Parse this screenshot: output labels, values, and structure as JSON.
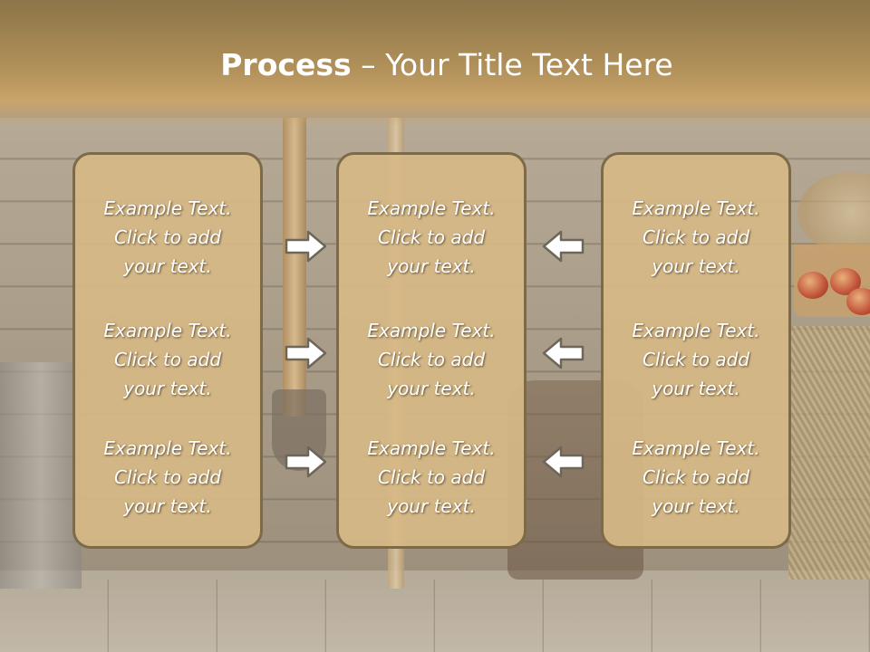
{
  "slide": {
    "title_bold": "Process",
    "title_rest": " – Your Title Text Here"
  },
  "columns": [
    {
      "blocks": [
        {
          "line1": "Example Text.",
          "line2": "Click  to add",
          "line3": "your text."
        },
        {
          "line1": "Example Text.",
          "line2": "Click  to add",
          "line3": "your text."
        },
        {
          "line1": "Example Text.",
          "line2": "Click  to add",
          "line3": "your text."
        }
      ]
    },
    {
      "blocks": [
        {
          "line1": "Example Text.",
          "line2": "Click  to add",
          "line3": "your text."
        },
        {
          "line1": "Example Text.",
          "line2": "Click  to add",
          "line3": "your text."
        },
        {
          "line1": "Example Text.",
          "line2": "Click  to add",
          "line3": "your text."
        }
      ]
    },
    {
      "blocks": [
        {
          "line1": "Example Text.",
          "line2": "Click  to add",
          "line3": "your text."
        },
        {
          "line1": "Example Text.",
          "line2": "Click  to add",
          "line3": "your text."
        },
        {
          "line1": "Example Text.",
          "line2": "Click  to add",
          "line3": "your text."
        }
      ]
    }
  ],
  "arrows": {
    "left": [
      "arrow-right-icon",
      "arrow-right-icon",
      "arrow-right-icon"
    ],
    "right": [
      "arrow-left-icon",
      "arrow-left-icon",
      "arrow-left-icon"
    ]
  },
  "colors": {
    "header": "#b2915a",
    "box_fill": "#d6b986",
    "box_border": "#7d6a49",
    "text": "#ffffff",
    "arrow_fill": "#ffffff",
    "arrow_stroke": "#6e6658"
  }
}
